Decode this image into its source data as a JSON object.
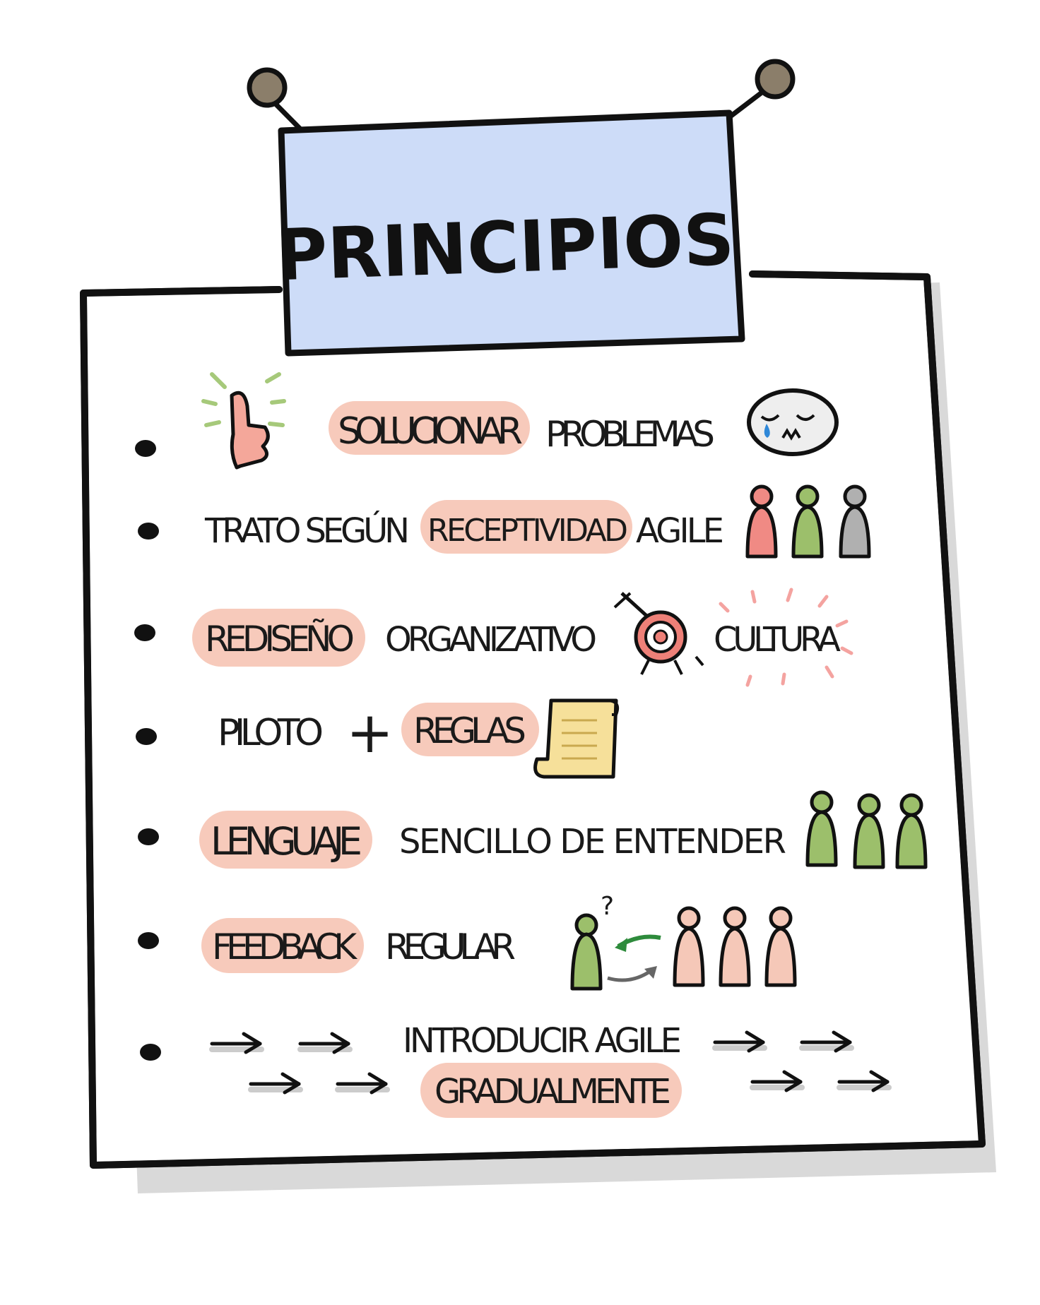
{
  "title": "PRINCIPIOS",
  "colors": {
    "title_card": "#c9dbf7",
    "highlight": "#f7c9b9",
    "board_shadow": "#d6d6d6",
    "person_red": "#f08a84",
    "person_green": "#9cbf6b",
    "person_grey": "#b0b0b0",
    "person_pink": "#f5c8b8",
    "target": "#ee8078",
    "scroll": "#f6e09a",
    "arrow_green": "#2e8b3c"
  },
  "principles": [
    {
      "parts": [
        "SOLUCIONAR",
        "PROBLEMAS"
      ],
      "icons": [
        "thumbs-up-icon",
        "sad-face-icon"
      ]
    },
    {
      "parts": [
        "TRATO SEGÚN",
        "RECEPTIVIDAD",
        "AGILE"
      ],
      "icons": [
        "people-group-icon"
      ]
    },
    {
      "parts": [
        "REDISEÑO",
        "ORGANIZATIVO",
        "CULTURA"
      ],
      "icons": [
        "target-icon"
      ]
    },
    {
      "parts": [
        "PILOTO",
        "+",
        "REGLAS"
      ],
      "icons": [
        "scroll-icon"
      ]
    },
    {
      "parts": [
        "LENGUAJE",
        "SENCILLO DE ENTENDER"
      ],
      "icons": [
        "people-group-icon"
      ]
    },
    {
      "parts": [
        "FEEDBACK",
        "REGULAR"
      ],
      "icons": [
        "feedback-loop-icon",
        "question-mark"
      ],
      "question_mark": "?"
    },
    {
      "parts": [
        "INTRODUCIR AGILE",
        "GRADUALMENTE"
      ],
      "icons": [
        "footprints-icon"
      ]
    }
  ]
}
